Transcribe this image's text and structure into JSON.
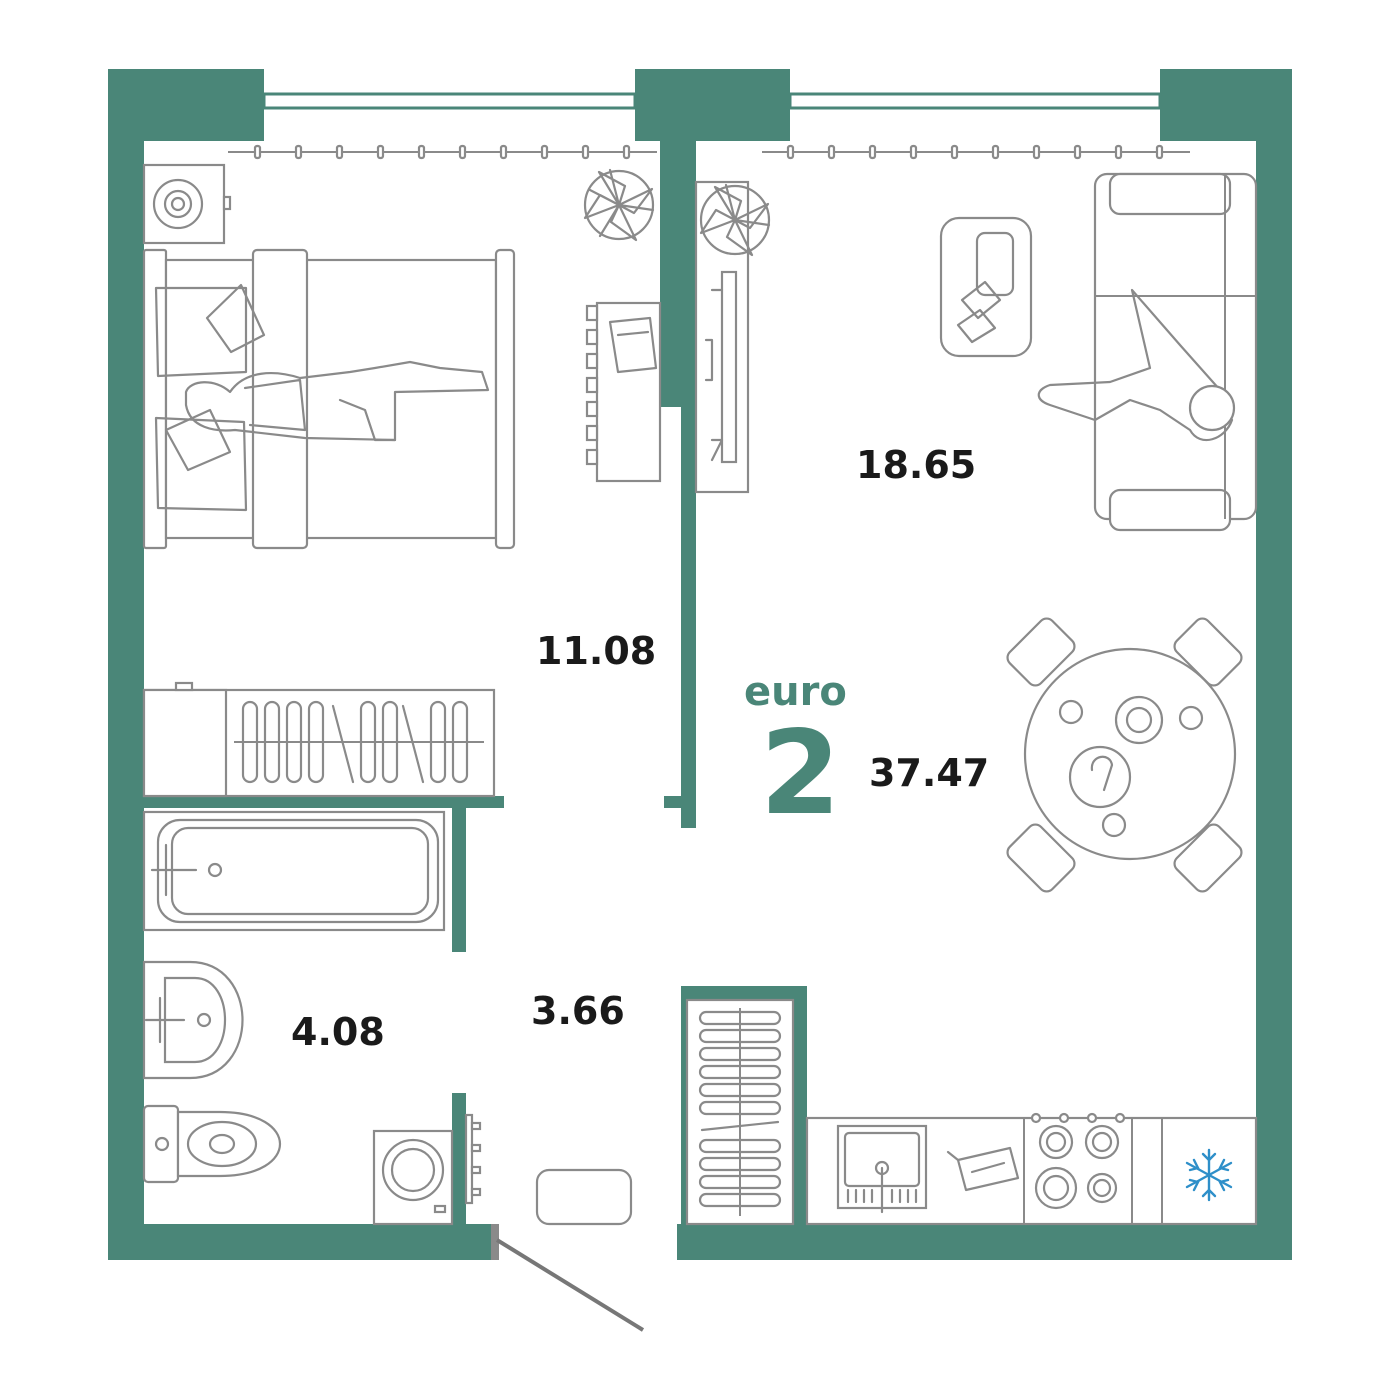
{
  "plan": {
    "type_word": "euro",
    "type_number": "2",
    "total_area": "37.47",
    "rooms": {
      "bedroom": "11.08",
      "living_kitchen": "18.65",
      "bathroom": "4.08",
      "hallway": "3.66"
    },
    "icons": [
      "plant-icon",
      "bed-icon",
      "sofa-icon",
      "dining-table-icon",
      "stove-icon",
      "sink-icon",
      "snowflake-icon",
      "washing-machine-icon",
      "bathtub-icon",
      "toilet-icon",
      "wardrobe-icon"
    ]
  },
  "colors": {
    "wall": "#4a8678",
    "furniture_line": "#8a8a8a",
    "fridge_icon": "#2e8fc9"
  }
}
